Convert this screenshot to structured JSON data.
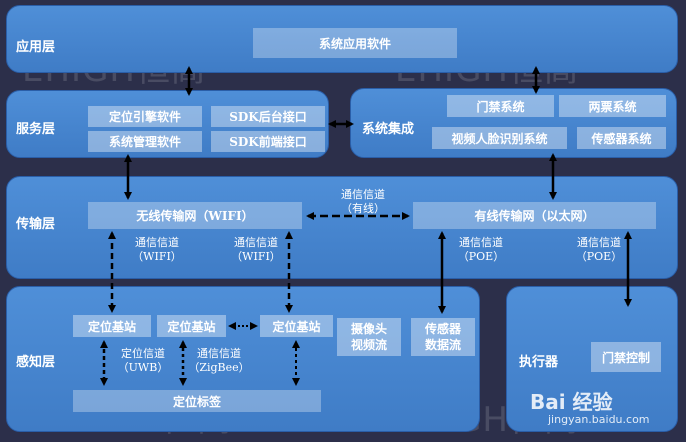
{
  "layers": {
    "app": "应用层",
    "service": "服务层",
    "transport": "传输层",
    "sensing": "感知层",
    "executor": "执行器"
  },
  "boxes": {
    "app_software": "系统应用软件",
    "positioning_engine": "定位引擎软件",
    "sdk_backend": "SDK后台接口",
    "system_management": "系统管理软件",
    "sdk_frontend": "SDK前端接口",
    "system_integration": "系统集成",
    "access_control_system": "门禁系统",
    "two_ticket_system": "两票系统",
    "face_recognition_system": "视频人脸识别系统",
    "sensor_system": "传感器系统",
    "wireless_network": "无线传输网（WIFI）",
    "wired_network": "有线传输网（以太网）",
    "base_station_1": "定位基站",
    "base_station_2": "定位基站",
    "base_station_3": "定位基站",
    "camera_line1": "摄像头",
    "camera_line2": "视频流",
    "sensor_line1": "传感器",
    "sensor_line2": "数据流",
    "positioning_tag": "定位标签",
    "access_control": "门禁控制"
  },
  "channels": {
    "wired_top": "通信信道",
    "wired_bottom": "（有线）",
    "wifi1_top": "通信信道",
    "wifi1_bottom": "（WIFI）",
    "wifi2_top": "通信信道",
    "wifi2_bottom": "（WIFI）",
    "poe1_top": "通信信道",
    "poe1_bottom": "（POE）",
    "poe2_top": "通信信道",
    "poe2_bottom": "（POE）",
    "uwb_top": "定位信道",
    "uwb_bottom": "（UWB）",
    "zigbee_top": "通信信道",
    "zigbee_bottom": "（ZigBee）"
  },
  "watermarks": {
    "w1": "EHIGH恒高",
    "w2": "EHIGH恒高",
    "w3": "EHIGH恒高",
    "w4": "EHIGH恒高"
  },
  "brand": {
    "logo_text": "Bai 经验",
    "url": "jingyan.baidu.com"
  },
  "colors": {
    "background": "#2c2f4a",
    "layer": "#4a89d4",
    "arrow": "#000000"
  }
}
